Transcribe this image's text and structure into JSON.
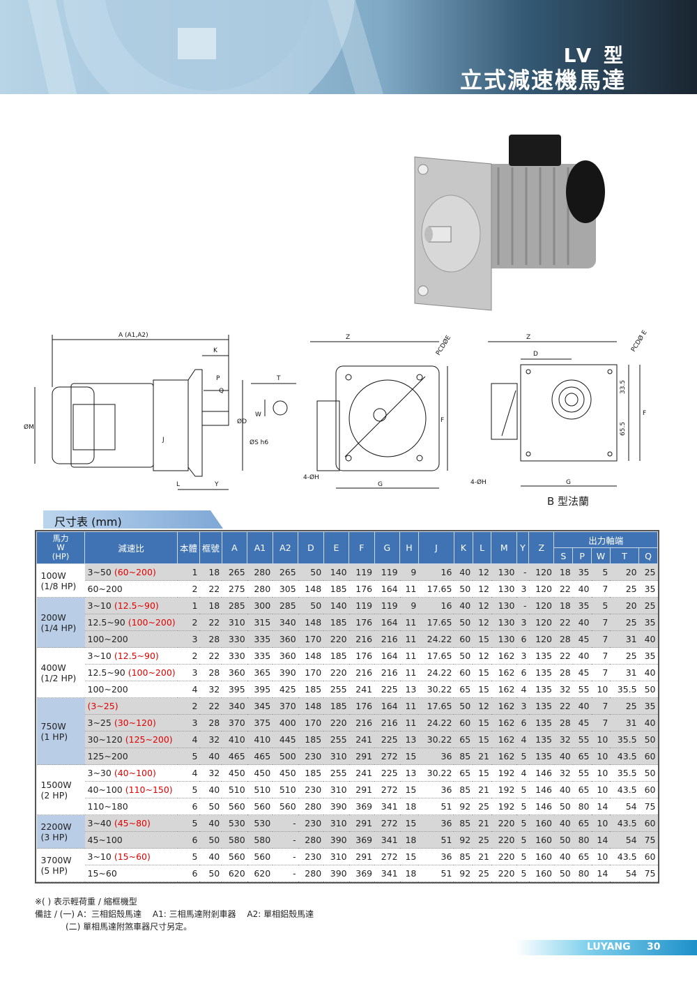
{
  "header": {
    "title_line1": "LV 型",
    "title_line2": "立式減速機馬達"
  },
  "drawing_labels": {
    "a": "A (A1,A2)",
    "k": "K",
    "p": "P",
    "q": "Q",
    "t": "T",
    "w": "W",
    "j": "J",
    "od": "ØD",
    "om": "ØM",
    "os": "ØS h6",
    "l": "L",
    "y": "Y",
    "z": "Z",
    "pcd": "PCDØE",
    "pcd2": "PCDØ E",
    "f": "F",
    "g": "G",
    "h": "4-ØH",
    "d": "D",
    "dim1": "33.5",
    "dim2": "65.5"
  },
  "b_flange": "B 型法蘭",
  "table_title": "尺寸表 (mm)",
  "columns": {
    "power": "馬力\nW\n(HP)",
    "ratio": "減速比",
    "body": "本體",
    "frame": "框號",
    "a": "A",
    "a1": "A1",
    "a2": "A2",
    "d": "D",
    "e": "E",
    "f": "F",
    "g": "G",
    "h": "H",
    "j": "J",
    "k": "K",
    "l": "L",
    "m": "M",
    "y": "Y",
    "z": "Z",
    "shaft": "出力軸端",
    "s": "S",
    "p": "P",
    "w": "W",
    "t": "T",
    "q": "Q"
  },
  "groups": [
    {
      "power": "100W\n(1/8 HP)",
      "grey": false,
      "rows": [
        {
          "ratio": "3~50",
          "heavy": "(60~200)",
          "grey": true,
          "vals": [
            "1",
            "18",
            "265",
            "280",
            "265",
            "50",
            "140",
            "119",
            "119",
            "9",
            "16",
            "40",
            "12",
            "130",
            "-",
            "120",
            "18",
            "35",
            "5",
            "20",
            "25"
          ]
        },
        {
          "ratio": "60~200",
          "heavy": "",
          "grey": false,
          "vals": [
            "2",
            "22",
            "275",
            "280",
            "305",
            "148",
            "185",
            "176",
            "164",
            "11",
            "17.65",
            "50",
            "12",
            "130",
            "3",
            "120",
            "22",
            "40",
            "7",
            "25",
            "35"
          ]
        }
      ]
    },
    {
      "power": "200W\n(1/4 HP)",
      "grey": true,
      "rows": [
        {
          "ratio": "3~10",
          "heavy": "(12.5~90)",
          "grey": true,
          "vals": [
            "1",
            "18",
            "285",
            "300",
            "285",
            "50",
            "140",
            "119",
            "119",
            "9",
            "16",
            "40",
            "12",
            "130",
            "-",
            "120",
            "18",
            "35",
            "5",
            "20",
            "25"
          ]
        },
        {
          "ratio": "12.5~90",
          "heavy": "(100~200)",
          "grey": true,
          "vals": [
            "2",
            "22",
            "310",
            "315",
            "340",
            "148",
            "185",
            "176",
            "164",
            "11",
            "17.65",
            "50",
            "12",
            "130",
            "3",
            "120",
            "22",
            "40",
            "7",
            "25",
            "35"
          ]
        },
        {
          "ratio": "100~200",
          "heavy": "",
          "grey": true,
          "vals": [
            "3",
            "28",
            "330",
            "335",
            "360",
            "170",
            "220",
            "216",
            "216",
            "11",
            "24.22",
            "60",
            "15",
            "130",
            "6",
            "120",
            "28",
            "45",
            "7",
            "31",
            "40"
          ]
        }
      ]
    },
    {
      "power": "400W\n(1/2 HP)",
      "grey": false,
      "rows": [
        {
          "ratio": "3~10",
          "heavy": "(12.5~90)",
          "grey": false,
          "vals": [
            "2",
            "22",
            "330",
            "335",
            "360",
            "148",
            "185",
            "176",
            "164",
            "11",
            "17.65",
            "50",
            "12",
            "162",
            "3",
            "135",
            "22",
            "40",
            "7",
            "25",
            "35"
          ]
        },
        {
          "ratio": "12.5~90",
          "heavy": "(100~200)",
          "grey": false,
          "vals": [
            "3",
            "28",
            "360",
            "365",
            "390",
            "170",
            "220",
            "216",
            "216",
            "11",
            "24.22",
            "60",
            "15",
            "162",
            "6",
            "135",
            "28",
            "45",
            "7",
            "31",
            "40"
          ]
        },
        {
          "ratio": "100~200",
          "heavy": "",
          "grey": false,
          "vals": [
            "4",
            "32",
            "395",
            "395",
            "425",
            "185",
            "255",
            "241",
            "225",
            "13",
            "30.22",
            "65",
            "15",
            "162",
            "4",
            "135",
            "32",
            "55",
            "10",
            "35.5",
            "50"
          ]
        }
      ]
    },
    {
      "power": "750W\n(1 HP)",
      "grey": true,
      "rows": [
        {
          "ratio": "",
          "heavy": "(3~25)",
          "grey": true,
          "vals": [
            "2",
            "22",
            "340",
            "345",
            "370",
            "148",
            "185",
            "176",
            "164",
            "11",
            "17.65",
            "50",
            "12",
            "162",
            "3",
            "135",
            "22",
            "40",
            "7",
            "25",
            "35"
          ]
        },
        {
          "ratio": "3~25",
          "heavy": "(30~120)",
          "grey": true,
          "vals": [
            "3",
            "28",
            "370",
            "375",
            "400",
            "170",
            "220",
            "216",
            "216",
            "11",
            "24.22",
            "60",
            "15",
            "162",
            "6",
            "135",
            "28",
            "45",
            "7",
            "31",
            "40"
          ]
        },
        {
          "ratio": "30~120",
          "heavy": "(125~200)",
          "grey": true,
          "vals": [
            "4",
            "32",
            "410",
            "410",
            "445",
            "185",
            "255",
            "241",
            "225",
            "13",
            "30.22",
            "65",
            "15",
            "162",
            "4",
            "135",
            "32",
            "55",
            "10",
            "35.5",
            "50"
          ]
        },
        {
          "ratio": "125~200",
          "heavy": "",
          "grey": true,
          "vals": [
            "5",
            "40",
            "465",
            "465",
            "500",
            "230",
            "310",
            "291",
            "272",
            "15",
            "36",
            "85",
            "21",
            "162",
            "5",
            "135",
            "40",
            "65",
            "10",
            "43.5",
            "60"
          ]
        }
      ]
    },
    {
      "power": "1500W\n(2 HP)",
      "grey": false,
      "rows": [
        {
          "ratio": "3~30",
          "heavy": "(40~100)",
          "grey": false,
          "vals": [
            "4",
            "32",
            "450",
            "450",
            "450",
            "185",
            "255",
            "241",
            "225",
            "13",
            "30.22",
            "65",
            "15",
            "192",
            "4",
            "146",
            "32",
            "55",
            "10",
            "35.5",
            "50"
          ]
        },
        {
          "ratio": "40~100",
          "heavy": "(110~150)",
          "grey": false,
          "vals": [
            "5",
            "40",
            "510",
            "510",
            "510",
            "230",
            "310",
            "291",
            "272",
            "15",
            "36",
            "85",
            "21",
            "192",
            "5",
            "146",
            "40",
            "65",
            "10",
            "43.5",
            "60"
          ]
        },
        {
          "ratio": "110~180",
          "heavy": "",
          "grey": false,
          "vals": [
            "6",
            "50",
            "560",
            "560",
            "560",
            "280",
            "390",
            "369",
            "341",
            "18",
            "51",
            "92",
            "25",
            "192",
            "5",
            "146",
            "50",
            "80",
            "14",
            "54",
            "75"
          ]
        }
      ]
    },
    {
      "power": "2200W\n(3 HP)",
      "grey": true,
      "rows": [
        {
          "ratio": "3~40",
          "heavy": "(45~80)",
          "grey": true,
          "vals": [
            "5",
            "40",
            "530",
            "530",
            "-",
            "230",
            "310",
            "291",
            "272",
            "15",
            "36",
            "85",
            "21",
            "220",
            "5",
            "160",
            "40",
            "65",
            "10",
            "43.5",
            "60"
          ]
        },
        {
          "ratio": "45~100",
          "heavy": "",
          "grey": true,
          "vals": [
            "6",
            "50",
            "580",
            "580",
            "-",
            "280",
            "390",
            "369",
            "341",
            "18",
            "51",
            "92",
            "25",
            "220",
            "5",
            "160",
            "50",
            "80",
            "14",
            "54",
            "75"
          ]
        }
      ]
    },
    {
      "power": "3700W\n(5 HP)",
      "grey": false,
      "rows": [
        {
          "ratio": "3~10",
          "heavy": "(15~60)",
          "grey": false,
          "vals": [
            "5",
            "40",
            "560",
            "560",
            "-",
            "230",
            "310",
            "291",
            "272",
            "15",
            "36",
            "85",
            "21",
            "220",
            "5",
            "160",
            "40",
            "65",
            "10",
            "43.5",
            "60"
          ]
        },
        {
          "ratio": "15~60",
          "heavy": "",
          "grey": false,
          "vals": [
            "6",
            "50",
            "620",
            "620",
            "-",
            "280",
            "390",
            "369",
            "341",
            "18",
            "51",
            "92",
            "25",
            "220",
            "5",
            "160",
            "50",
            "80",
            "14",
            "54",
            "75"
          ]
        }
      ]
    }
  ],
  "notes": {
    "line1": "※( ) 表示輕荷重 / 縮框機型",
    "line2": "備註 / (一) A：三相鋁殼馬達　 A1: 三相馬達附剎車器　 A2: 單相鋁殼馬達",
    "line3": "(二) 單相馬達附煞車器尺寸另定。"
  },
  "footer": {
    "brand": "LUYANG",
    "page": "30"
  }
}
